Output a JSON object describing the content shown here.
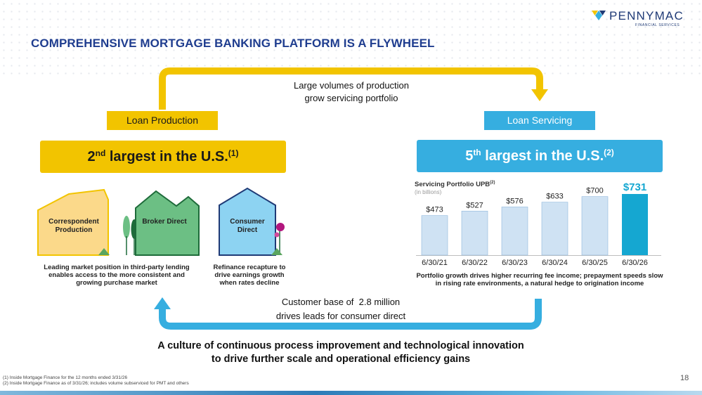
{
  "brand": {
    "name": "PENNYMAC",
    "sub": "FINANCIAL SERVICES",
    "mark_colors": [
      "#f2c400",
      "#36aee0",
      "#1f3a76"
    ]
  },
  "page_title": "COMPREHENSIVE MORTGAGE BANKING PLATFORM IS A FLYWHEEL",
  "flywheel": {
    "top_note": [
      "Large volumes of production",
      "grow servicing portfolio"
    ],
    "bottom_note": [
      "Customer base of  2.8 million",
      "drives leads for consumer direct"
    ],
    "production_color": "#f2c400",
    "servicing_color": "#36aee0"
  },
  "production": {
    "pill_label": "Loan Production",
    "banner_rank": "2",
    "banner_suffix": "nd",
    "banner_text": " largest in the U.S.",
    "banner_note": "(1)",
    "houses": [
      {
        "label": "Correspondent Production",
        "color": "#fbd98a"
      },
      {
        "label": "Broker Direct",
        "color": "#6cbf84"
      },
      {
        "label": "Consumer Direct",
        "color": "#8dd3f2"
      }
    ],
    "caption_third_party": "Leading market position in third-party lending enables access to the more consistent and growing purchase market",
    "caption_refi": "Refinance recapture to drive earnings growth when rates decline"
  },
  "servicing": {
    "pill_label": "Loan Servicing",
    "banner_rank": "5",
    "banner_suffix": "th",
    "banner_text": " largest in the U.S.",
    "banner_note": "(2)",
    "caption": "Portfolio growth drives higher recurring fee income; prepayment speeds slow in rising rate environments, a natural hedge to origination income"
  },
  "chart_data": {
    "type": "bar",
    "title": "Servicing Portfolio UPB",
    "title_note": "(2)",
    "subtitle": "(in billions)",
    "categories": [
      "6/30/21",
      "6/30/22",
      "6/30/23",
      "6/30/24",
      "6/30/25",
      "6/30/26"
    ],
    "values": [
      473,
      527,
      576,
      633,
      700,
      731
    ],
    "labels": [
      "$473",
      "$527",
      "$576",
      "$633",
      "$700",
      "$731"
    ],
    "bar_color": "#cfe2f3",
    "highlight_color": "#15a7d1",
    "highlight_index": 5,
    "ylim": [
      0,
      731
    ]
  },
  "culture": [
    "A culture of continuous process improvement and technological innovation",
    "to drive further scale and operational efficiency gains"
  ],
  "footnotes": [
    "(1) Inside Mortgage Finance for the 12 months ended 3/31/26",
    "(2) Inside Mortgage Finance as of 3/31/26; includes volume subserviced for PMT and others"
  ],
  "page_number": "18"
}
